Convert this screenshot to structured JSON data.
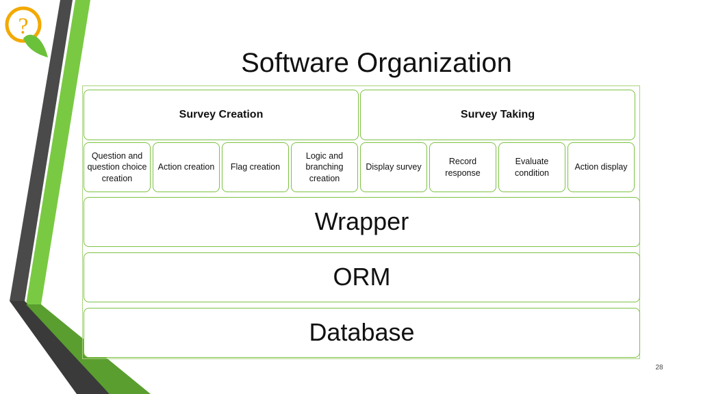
{
  "slide": {
    "title": "Software Organization",
    "page_number": "28"
  },
  "logo": {
    "icon": "question-mark-leaf-logo",
    "glyph": "?",
    "colors": {
      "ring": "#f2a900",
      "leaf": "#6cc13a"
    }
  },
  "diagram": {
    "headers": [
      "Survey Creation",
      "Survey Taking"
    ],
    "modules": [
      "Question and question choice creation",
      "Action creation",
      "Flag creation",
      "Logic and branching creation",
      "Display survey",
      "Record response",
      "Evaluate condition",
      "Action display"
    ],
    "layers": [
      "Wrapper",
      "ORM",
      "Database"
    ],
    "colors": {
      "border": "#7cc142",
      "frame": "#a6d27a"
    }
  },
  "decoration": {
    "colors": {
      "dark_stripe": "#4a4a4a",
      "green_stripe": "#7ac943",
      "dark_green": "#3b7d23"
    }
  }
}
